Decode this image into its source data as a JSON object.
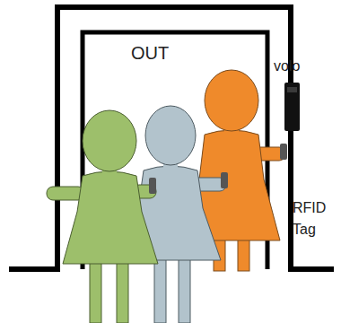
{
  "diagram": {
    "labels": [
      "OUT",
      "volo",
      "RFID Tag"
    ]
  }
}
